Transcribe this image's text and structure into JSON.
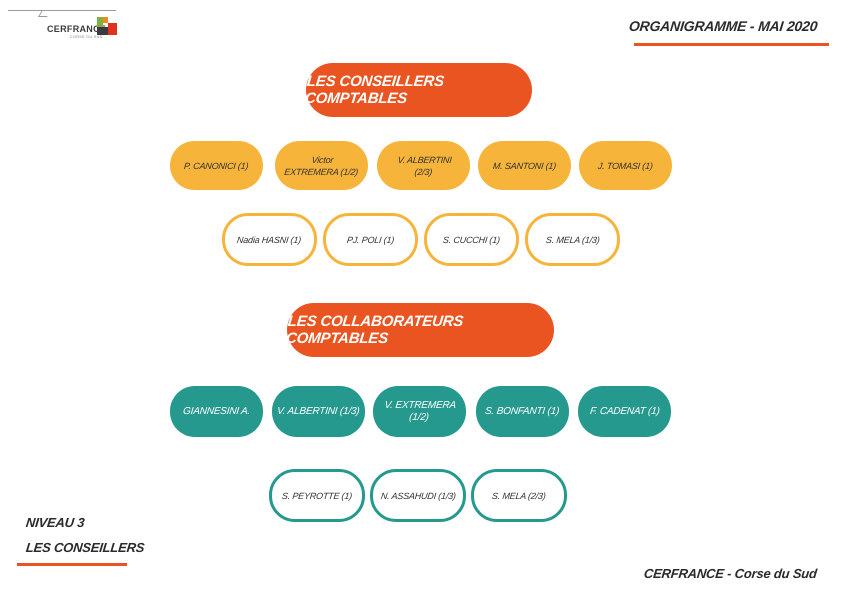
{
  "logo": {
    "text": "CERFRANCE",
    "subtitle": "CORSE DU SUD",
    "colors": {
      "green": "#7fb241",
      "orange": "#f08a1c",
      "red": "#e0301e",
      "gray": "#3b3b3b"
    }
  },
  "header": {
    "title": "ORGANIGRAMME - MAI 2020"
  },
  "sections": [
    {
      "title": "LES CONSEILLERS COMPTABLES",
      "row1": [
        {
          "line1": "P. CANONICI (1)",
          "line2": ""
        },
        {
          "line1": "Victor",
          "line2": "EXTREMERA (1/2)"
        },
        {
          "line1": "V. ALBERTINI",
          "line2": "(2/3)"
        },
        {
          "line1": "M. SANTONI (1)",
          "line2": ""
        },
        {
          "line1": "J. TOMASI (1)",
          "line2": ""
        }
      ],
      "row2": [
        {
          "line1": "Nadia HASNI (1)"
        },
        {
          "line1": "PJ. POLI (1)"
        },
        {
          "line1": "S. CUCCHI (1)"
        },
        {
          "line1": "S. MELA (1/3)"
        }
      ]
    },
    {
      "title": "LES COLLABORATEURS COMPTABLES",
      "row1": [
        {
          "line1": "GIANNESINI A."
        },
        {
          "line1": "V. ALBERTINI (1/3)"
        },
        {
          "line1": "V. EXTREMERA (1/2)"
        },
        {
          "line1": "S. BONFANTI (1)"
        },
        {
          "line1": "F. CADENAT (1)"
        }
      ],
      "row2": [
        {
          "line1": "S. PEYROTTE (1)"
        },
        {
          "line1": "N. ASSAHUDI (1/3)"
        },
        {
          "line1": "S. MELA (2/3)"
        }
      ]
    }
  ],
  "footer": {
    "level_line1": "NIVEAU 3",
    "level_line2": "LES CONSEILLERS",
    "right_text": "CERFRANCE - Corse du Sud"
  },
  "colors": {
    "accent_orange": "#e95420",
    "yellow": "#f6b43a",
    "teal": "#25998e"
  }
}
